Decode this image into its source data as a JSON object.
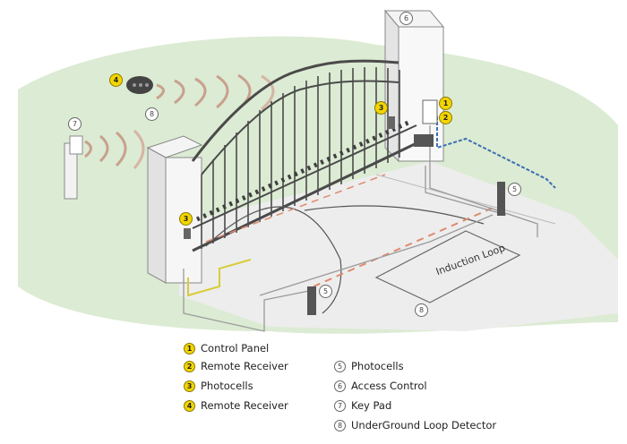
{
  "callouts": {
    "c1": "1",
    "c2": "2",
    "c3a": "3",
    "c3b": "3",
    "c4": "4",
    "c5a": "5",
    "c5b": "5",
    "c6": "6",
    "c7": "7",
    "c8a": "8",
    "c8b": "8"
  },
  "induction_loop_label": "Induction Loop",
  "legend": {
    "left": [
      {
        "num": "1",
        "label": "Control Panel"
      },
      {
        "num": "2",
        "label": "Remote Receiver"
      },
      {
        "num": "3",
        "label": "Photocells"
      },
      {
        "num": "4",
        "label": "Remote Receiver"
      }
    ],
    "right": [
      {
        "num": "5",
        "label": "Photocells"
      },
      {
        "num": "6",
        "label": "Access Control"
      },
      {
        "num": "7",
        "label": "Key Pad"
      },
      {
        "num": "8",
        "label": "UnderGround Loop Detector"
      }
    ]
  },
  "colors": {
    "grass": "#d9ead0",
    "ground": "#ececec",
    "gate": "#4a4a4a",
    "beam": "#c9a08e",
    "cable": "#d8cc3a",
    "network": "#3b6fb3",
    "callout_yellow": "#f2d500"
  }
}
